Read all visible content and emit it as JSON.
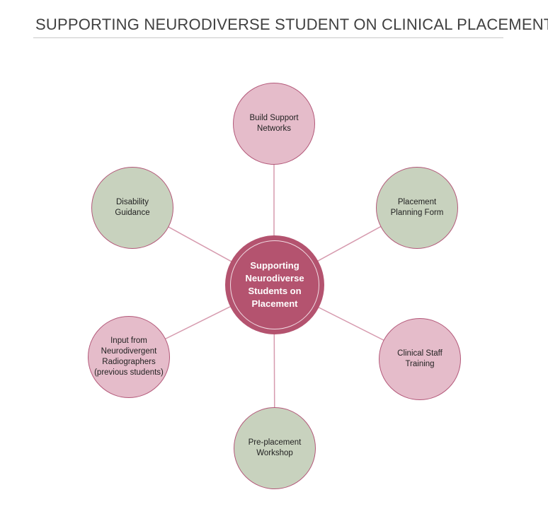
{
  "title": "SUPPORTING NEURODIVERSE STUDENT ON CLINICAL PLACEMENT",
  "center": {
    "label": "Supporting Neurodiverse Students on Placement",
    "color": "#b4536f"
  },
  "colors": {
    "pink": "#e5bcca",
    "green": "#c8d2be",
    "edge": "#d69aae"
  },
  "nodes": [
    {
      "id": "build-support-networks",
      "label": "Build Support Networks",
      "color": "pink",
      "position": "top"
    },
    {
      "id": "placement-planning-form",
      "label": "Placement Planning Form",
      "color": "green",
      "position": "top-right"
    },
    {
      "id": "clinical-staff-training",
      "label": "Clinical Staff Training",
      "color": "pink",
      "position": "bottom-right"
    },
    {
      "id": "pre-placement-workshop",
      "label": "Pre-placement Workshop",
      "color": "green",
      "position": "bottom"
    },
    {
      "id": "input-from-neurodivergent-radiographers",
      "label": "Input from Neurodivergent Radiographers (previous students)",
      "color": "pink",
      "position": "bottom-left"
    },
    {
      "id": "disability-guidance",
      "label": "Disability Guidance",
      "color": "green",
      "position": "top-left"
    }
  ]
}
